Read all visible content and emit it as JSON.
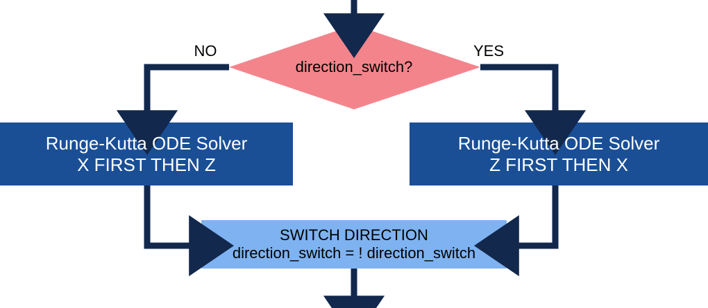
{
  "diagram": {
    "title": "ODE solver direction switch flowchart",
    "colors": {
      "decision_fill": "#f4848c",
      "process_fill": "#1a4f96",
      "action_fill": "#7fb2f0",
      "connector": "#12284c",
      "process_text": "#ffffff",
      "action_text": "#000000",
      "label_text": "#000000",
      "background": "#ffffff"
    },
    "decision": {
      "name": "direction-switch-decision",
      "text": "direction_switch?",
      "shape": "diamond"
    },
    "branches": {
      "no_label": "NO",
      "yes_label": "YES"
    },
    "process_left": {
      "name": "runge-kutta-x-first",
      "line1": "Runge-Kutta ODE Solver",
      "line2": "X FIRST THEN Z",
      "shape": "rectangle"
    },
    "process_right": {
      "name": "runge-kutta-z-first",
      "line1": "Runge-Kutta ODE Solver",
      "line2": "Z FIRST THEN X",
      "shape": "rectangle"
    },
    "action_switch": {
      "name": "switch-direction",
      "line1": "SWITCH DIRECTION",
      "line2": "direction_switch = ! direction_switch",
      "shape": "rectangle"
    },
    "connectors": [
      {
        "name": "entry-arrow-into-decision",
        "from": "top-edge",
        "to": "direction-switch-decision"
      },
      {
        "name": "no-branch-arrow",
        "from": "direction-switch-decision",
        "to": "runge-kutta-x-first"
      },
      {
        "name": "yes-branch-arrow",
        "from": "direction-switch-decision",
        "to": "runge-kutta-z-first"
      },
      {
        "name": "left-to-switch-arrow",
        "from": "runge-kutta-x-first",
        "to": "switch-direction"
      },
      {
        "name": "right-to-switch-arrow",
        "from": "runge-kutta-z-first",
        "to": "switch-direction"
      },
      {
        "name": "exit-arrow-from-switch",
        "from": "switch-direction",
        "to": "bottom-edge"
      }
    ]
  }
}
